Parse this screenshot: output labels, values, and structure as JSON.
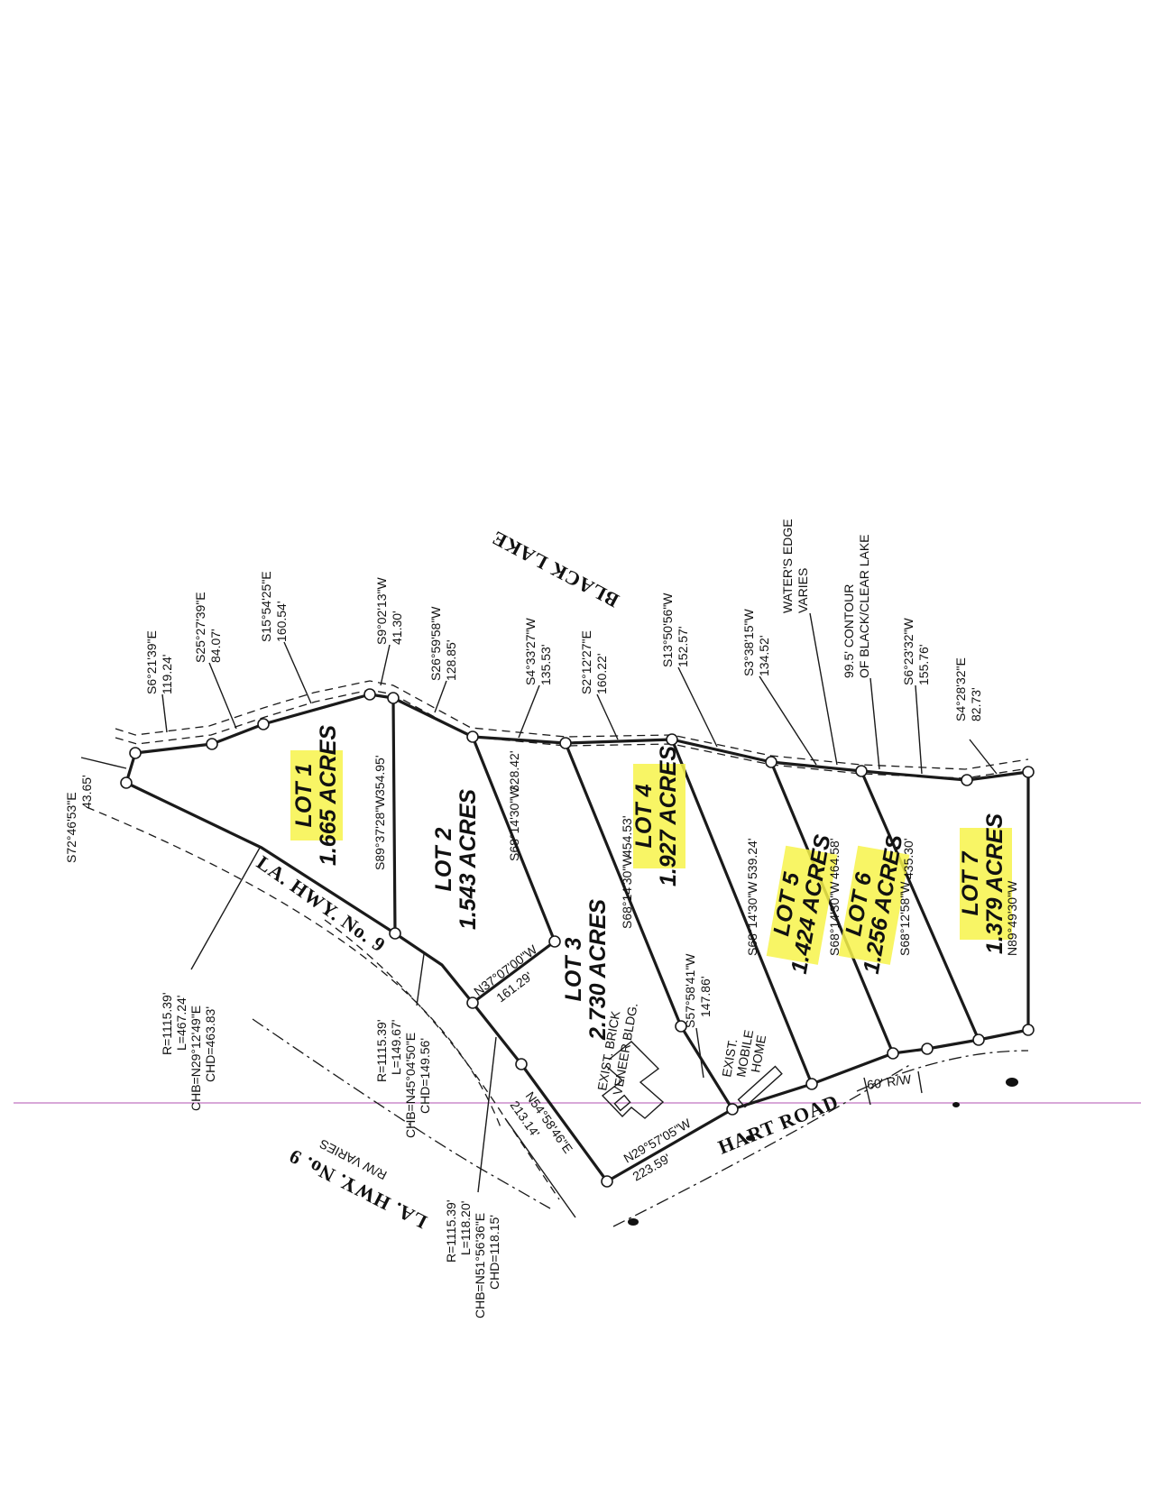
{
  "lots": [
    {
      "id": "lot1",
      "name": "LOT 1",
      "area": "1.665 ACRES",
      "highlighted": true
    },
    {
      "id": "lot2",
      "name": "LOT 2",
      "area": "1.543 ACRES",
      "highlighted": false
    },
    {
      "id": "lot3",
      "name": "LOT 3",
      "area": "2.730 ACRES",
      "highlighted": false
    },
    {
      "id": "lot4",
      "name": "LOT 4",
      "area": "1.927 ACRES",
      "highlighted": true
    },
    {
      "id": "lot5",
      "name": "LOT 5",
      "area": "1.424 ACRES",
      "highlighted": true
    },
    {
      "id": "lot6",
      "name": "LOT 6",
      "area": "1.256 ACRES",
      "highlighted": true
    },
    {
      "id": "lot7",
      "name": "LOT 7",
      "area": "1.379 ACRES",
      "highlighted": true
    }
  ],
  "lake_calls": [
    {
      "bearing": "S6°21'39\"E",
      "distance": "119.24'"
    },
    {
      "bearing": "S25°27'39\"E",
      "distance": "84.07'"
    },
    {
      "bearing": "S15°54'25\"E",
      "distance": "160.54'"
    },
    {
      "bearing": "S9°02'13\"W",
      "distance": "41.30'"
    },
    {
      "bearing": "S26°59'58\"W",
      "distance": "128.85'"
    },
    {
      "bearing": "S4°33'27\"W",
      "distance": "135.53'"
    },
    {
      "bearing": "S2°12'27\"E",
      "distance": "160.22'"
    },
    {
      "bearing": "S13°50'56\"W",
      "distance": "152.57'"
    },
    {
      "bearing": "S3°38'15\"W",
      "distance": "134.52'"
    },
    {
      "bearing": "S6°23'32\"W",
      "distance": "155.76'"
    },
    {
      "bearing": "S4°28'32\"E",
      "distance": "82.73'"
    }
  ],
  "lot_lines": [
    {
      "bearing": "S89°37'28\"W",
      "distance": "354.95'"
    },
    {
      "bearing": "S68°14'30\"W",
      "distance": "328.42'"
    },
    {
      "bearing": "S68°14'30\"W",
      "distance": "454.53'"
    },
    {
      "bearing": "S68°14'30\"W",
      "distance": "539.24'"
    },
    {
      "bearing": "S68°14'30\"W",
      "distance": "464.58'"
    },
    {
      "bearing": "S68°12'58\"W",
      "distance": "435.30'"
    },
    {
      "bearing": "N89°49'30\"W",
      "distance": ""
    }
  ],
  "lot3_calls": {
    "north": {
      "bearing": "N37°07'00\"W",
      "distance": "161.29'"
    },
    "inner": {
      "bearing": "S57°58'41\"W",
      "distance": "147.86'"
    },
    "hart": {
      "bearing": "N29°57'05\"W",
      "distance": "223.59'"
    },
    "hwy": {
      "bearing": "N54°58'46\"E",
      "distance": "213.14'"
    }
  },
  "tie_call": {
    "bearing": "S72°46'53\"E",
    "distance": "43.65'"
  },
  "curves": [
    {
      "r": "R=1115.39'",
      "l": "L=467.24'",
      "chb": "CHB=N29°12'49\"E",
      "chd": "CHD=463.83'"
    },
    {
      "r": "R=1115.39'",
      "l": "L=149.67'",
      "chb": "CHB=N45°04'50\"E",
      "chd": "CHD=149.56'"
    },
    {
      "r": "R=1115.39'",
      "l": "L=118.20'",
      "chb": "CHB=N51°56'36\"E",
      "chd": "CHD=118.15'"
    }
  ],
  "notes": {
    "lake_name": "BLACK LAKE",
    "waters_edge_1": "WATER'S EDGE",
    "waters_edge_2": "VARIES",
    "contour_1": "99.5' CONTOUR",
    "contour_2": "OF BLACK/CLEAR LAKE",
    "highway": "LA. HWY. No. 9",
    "highway_lower": "LA. HWY. No. 9",
    "rw_varies": "R/W VARIES",
    "hart_road": "HART ROAD",
    "hart_rw": "60' R/W",
    "brick_1": "EXIST. BRICK",
    "brick_2": "VENEER BLDG.",
    "mobile_1": "EXIST.",
    "mobile_2": "MOBILE",
    "mobile_3": "HOME"
  },
  "colors": {
    "highlight": "#f7f34a",
    "guide_line": "#b050b0",
    "ink": "#1a1a1a"
  }
}
